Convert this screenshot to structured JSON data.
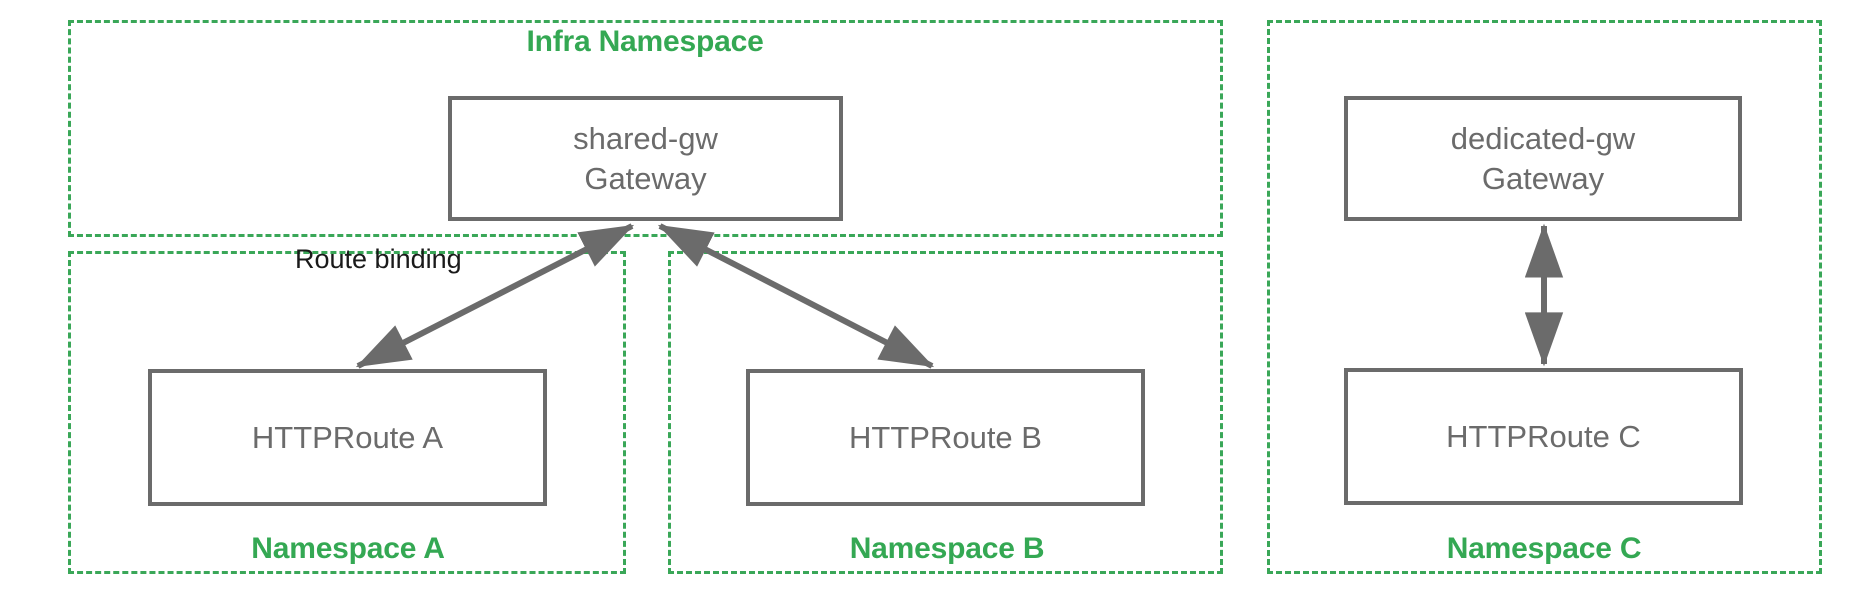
{
  "diagram": {
    "title_hidden": "",
    "colors": {
      "namespace_border": "#3aa758",
      "namespace_label": "#34a853",
      "node_border": "#6b6b6b",
      "node_text": "#6b6b6b",
      "edge": "#6b6b6b",
      "edge_label": "#1a1a1a",
      "background": "#ffffff"
    },
    "namespaces": [
      {
        "id": "infra",
        "label": "Infra Namespace",
        "label_position": "top"
      },
      {
        "id": "ns-a",
        "label": "Namespace A",
        "label_position": "bottom"
      },
      {
        "id": "ns-b",
        "label": "Namespace B",
        "label_position": "bottom"
      },
      {
        "id": "ns-c",
        "label": "Namespace C",
        "label_position": "bottom"
      }
    ],
    "nodes": [
      {
        "id": "shared-gw",
        "line1": "shared-gw",
        "line2": "Gateway",
        "kind": "Gateway"
      },
      {
        "id": "dedicated-gw",
        "line1": "dedicated-gw",
        "line2": "Gateway",
        "kind": "Gateway"
      },
      {
        "id": "httproute-a",
        "line1": "HTTPRoute A",
        "line2": "",
        "kind": "HTTPRoute"
      },
      {
        "id": "httproute-b",
        "line1": "HTTPRoute B",
        "line2": "",
        "kind": "HTTPRoute"
      },
      {
        "id": "httproute-c",
        "line1": "HTTPRoute C",
        "line2": "",
        "kind": "HTTPRoute"
      }
    ],
    "edges": [
      {
        "id": "edge-a",
        "from": "httproute-a",
        "to": "shared-gw",
        "label": "Route binding",
        "arrow": "double"
      },
      {
        "id": "edge-b",
        "from": "httproute-b",
        "to": "shared-gw",
        "label": "",
        "arrow": "double"
      },
      {
        "id": "edge-c",
        "from": "httproute-c",
        "to": "dedicated-gw",
        "label": "",
        "arrow": "double"
      }
    ]
  }
}
